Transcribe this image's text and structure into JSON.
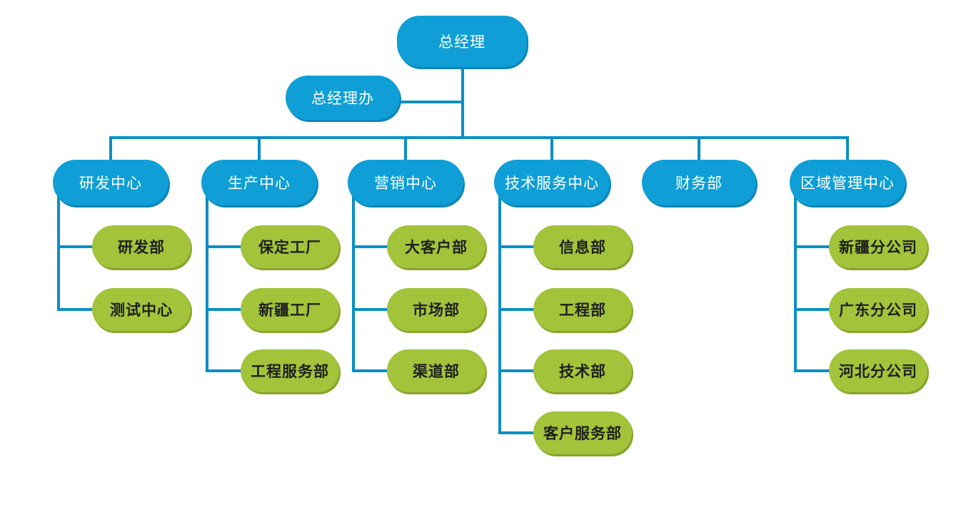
{
  "colors": {
    "manager_fill": "#0f9fd6",
    "department_fill": "#a2c33a",
    "connector": "#0a8fc4",
    "manager_text": "#ffffff",
    "department_text": "#1f1f1f"
  },
  "org": {
    "root": "总经理",
    "office": "总经理办",
    "centers": [
      {
        "name": "研发中心",
        "children": [
          "研发部",
          "测试中心"
        ]
      },
      {
        "name": "生产中心",
        "children": [
          "保定工厂",
          "新疆工厂",
          "工程服务部"
        ]
      },
      {
        "name": "营销中心",
        "children": [
          "大客户部",
          "市场部",
          "渠道部"
        ]
      },
      {
        "name": "技术服务中心",
        "children": [
          "信息部",
          "工程部",
          "技术部",
          "客户服务部"
        ]
      },
      {
        "name": "财务部",
        "children": []
      },
      {
        "name": "区域管理中心",
        "children": [
          "新疆分公司",
          "广东分公司",
          "河北分公司"
        ]
      }
    ]
  }
}
